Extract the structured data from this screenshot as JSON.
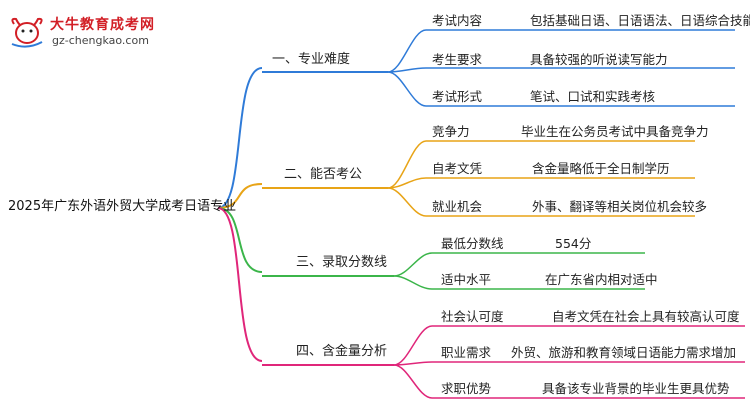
{
  "logo": {
    "brand": "大牛教育成考网",
    "site": "gz-chengkao.com"
  },
  "root": "2025年广东外语外贸大学成考日语专业",
  "branches": [
    {
      "label": "一、专业难度",
      "color": "#2f7bd8",
      "items": [
        {
          "key": "考试内容",
          "value": "包括基础日语、日语语法、日语综合技能"
        },
        {
          "key": "考生要求",
          "value": "具备较强的听说读写能力"
        },
        {
          "key": "考试形式",
          "value": "笔试、口试和实践考核"
        }
      ]
    },
    {
      "label": "二、能否考公",
      "color": "#e8a417",
      "items": [
        {
          "key": "竞争力",
          "value": "毕业生在公务员考试中具备竞争力"
        },
        {
          "key": "自考文凭",
          "value": "含金量略低于全日制学历"
        },
        {
          "key": "就业机会",
          "value": "外事、翻译等相关岗位机会较多"
        }
      ]
    },
    {
      "label": "三、录取分数线",
      "color": "#3bb54a",
      "items": [
        {
          "key": "最低分数线",
          "value": "554分"
        },
        {
          "key": "适中水平",
          "value": "在广东省内相对适中"
        }
      ]
    },
    {
      "label": "四、含金量分析",
      "color": "#e0267a",
      "items": [
        {
          "key": "社会认可度",
          "value": "自考文凭在社会上具有较高认可度"
        },
        {
          "key": "职业需求",
          "value": "外贸、旅游和教育领域日语能力需求增加"
        },
        {
          "key": "求职优势",
          "value": "具备该专业背景的毕业生更具优势"
        }
      ]
    }
  ]
}
